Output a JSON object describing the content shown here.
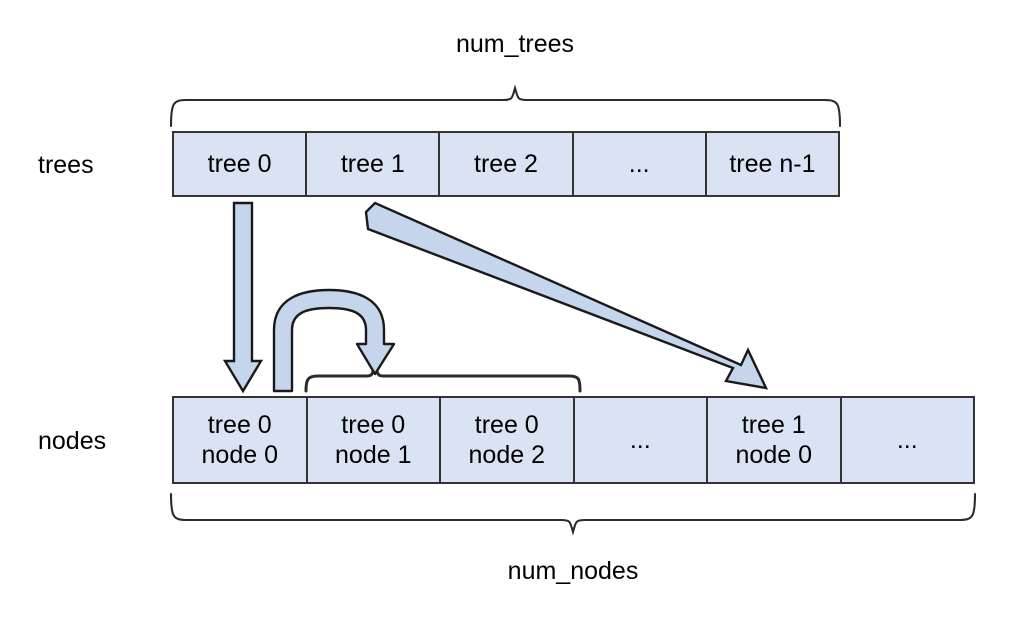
{
  "diagram": {
    "title": "num_trees / num_nodes array layout",
    "colors": {
      "cell_fill": "#dae3f3",
      "cell_border": "#333333",
      "arrow_fill": "#c5d6ec",
      "arrow_border": "#1a1a1a",
      "brace_stroke": "#2b2b2b",
      "background": "#ffffff",
      "text": "#000000"
    }
  },
  "rows": {
    "trees": {
      "label": "trees",
      "cells": [
        {
          "text": "tree 0"
        },
        {
          "text": "tree 1"
        },
        {
          "text": "tree 2"
        },
        {
          "text": "..."
        },
        {
          "text": "tree n-1"
        }
      ]
    },
    "nodes": {
      "label": "nodes",
      "cells": [
        {
          "text": "tree 0\nnode 0"
        },
        {
          "text": "tree 0\nnode 1"
        },
        {
          "text": "tree 0\nnode 2"
        },
        {
          "text": "..."
        },
        {
          "text": "tree 1\nnode 0"
        },
        {
          "text": "..."
        }
      ]
    }
  },
  "braces": {
    "top": {
      "label": "num_trees"
    },
    "bottom": {
      "label": "num_nodes"
    },
    "tree0_nodes": {
      "label": ""
    }
  },
  "arrows": {
    "tree0_to_node0": {
      "name": "tree-0-to-node-0-arrow"
    },
    "node0_to_node1": {
      "name": "node-0-to-node-1-curved-arrow"
    },
    "tree1_to_node0": {
      "name": "tree-1-to-node-0-diagonal-arrow"
    }
  }
}
